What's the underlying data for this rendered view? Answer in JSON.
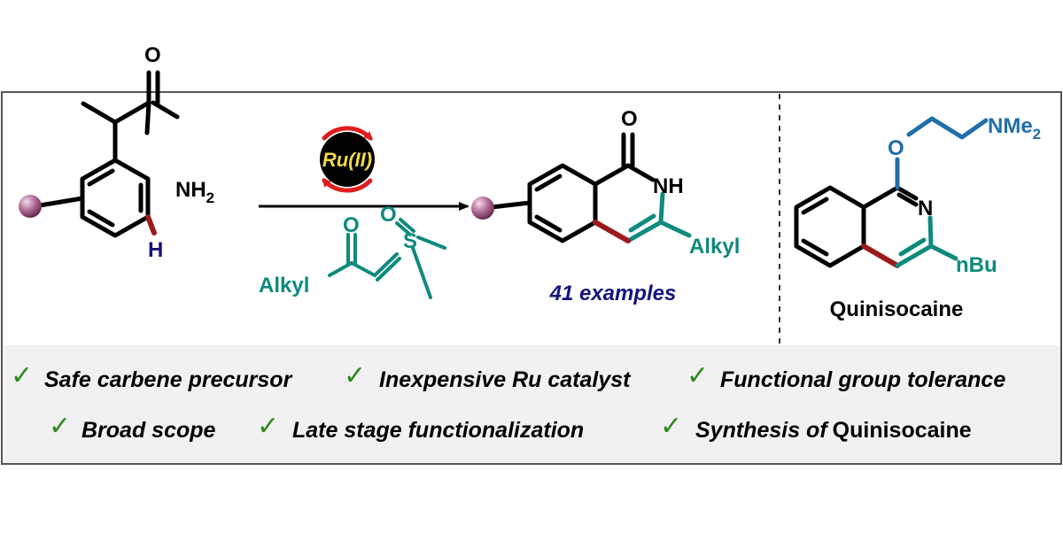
{
  "colors": {
    "black": "#000000",
    "teal": "#0e8a7e",
    "dark_red": "#9b1b1b",
    "navy": "#14147a",
    "blue": "#1f6fa8",
    "pink": "#b06a95",
    "ru_gold": "#f2d94a",
    "arrow_red": "#e01b1b",
    "check_green": "#2c8a1c",
    "panel_bg": "#f1f1f3"
  },
  "reactant": {
    "o_label": "O",
    "nh_label": "NH",
    "nh_sub": "2",
    "h_label": "H",
    "attachment": "pink-sphere"
  },
  "catalyst": {
    "label": "Ru(II)",
    "icon": "cycle-arrows-icon"
  },
  "reagent": {
    "alkyl_label": "Alkyl",
    "o1_label": "O",
    "o2_label": "O",
    "s_label": "S"
  },
  "product": {
    "o_label": "O",
    "nh_label": "NH",
    "alkyl_label": "Alkyl",
    "examples_label": "41 examples"
  },
  "quinisocaine": {
    "o_label": "O",
    "nme_label": "NMe",
    "nme_sub": "2",
    "n_label": "N",
    "nbu_label": "nBu",
    "name": "Quinisocaine"
  },
  "features": [
    {
      "text": "Safe carbene precursor",
      "icon": "check-icon"
    },
    {
      "text": "Inexpensive Ru catalyst",
      "icon": "check-icon"
    },
    {
      "text": "Functional group tolerance",
      "icon": "check-icon"
    },
    {
      "text": "Broad scope",
      "icon": "check-icon"
    },
    {
      "text": "Late stage functionalization",
      "icon": "check-icon"
    },
    {
      "text_italic": "Synthesis of",
      "text_normal": "Quinisocaine",
      "icon": "check-icon"
    }
  ],
  "check_glyph": "✓"
}
